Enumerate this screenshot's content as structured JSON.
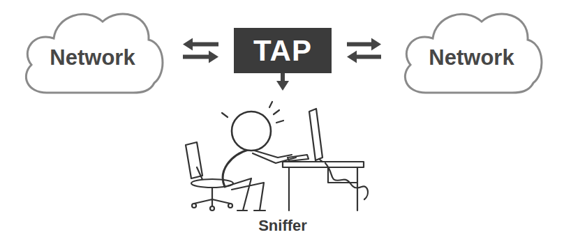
{
  "diagram": {
    "nodes": [
      {
        "text": [
          "Network"
        ]
      },
      {
        "text": [
          "TAP"
        ]
      },
      {
        "text": [
          "Network"
        ]
      },
      {
        "text": [
          "Sniffer"
        ]
      }
    ],
    "edges": [
      {
        "from": 0,
        "to": 1,
        "arrow": "both"
      },
      {
        "from": 1,
        "to": 2,
        "arrow": "both"
      },
      {
        "from": 1,
        "to": 3,
        "arrow": "to"
      }
    ]
  }
}
